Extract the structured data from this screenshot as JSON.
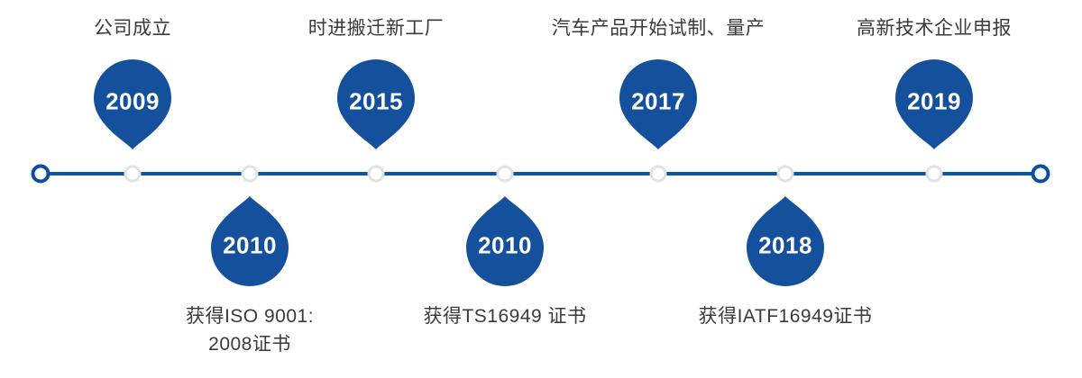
{
  "colors": {
    "balloon_fill": "#15509C",
    "axis_line": "#0C55A5",
    "endpoint_ring": "#0D4F9E",
    "node_ring": "#E2E2E2",
    "label_text": "#3A3A3A",
    "year_text": "#FFFFFF",
    "background": "#FFFFFF"
  },
  "timeline": {
    "milestones": [
      {
        "year": "2009",
        "label": "公司成立",
        "side": "top"
      },
      {
        "year": "2010",
        "label": "获得ISO 9001:\n2008证书",
        "side": "bottom"
      },
      {
        "year": "2015",
        "label": "时进搬迁新工厂",
        "side": "top"
      },
      {
        "year": "2010",
        "label": "获得TS16949 证书",
        "side": "bottom"
      },
      {
        "year": "2017",
        "label": "汽车产品开始试制、量产",
        "side": "top"
      },
      {
        "year": "2018",
        "label": "获得IATF16949证书",
        "side": "bottom"
      },
      {
        "year": "2019",
        "label": "高新技术企业申报",
        "side": "top"
      }
    ]
  }
}
